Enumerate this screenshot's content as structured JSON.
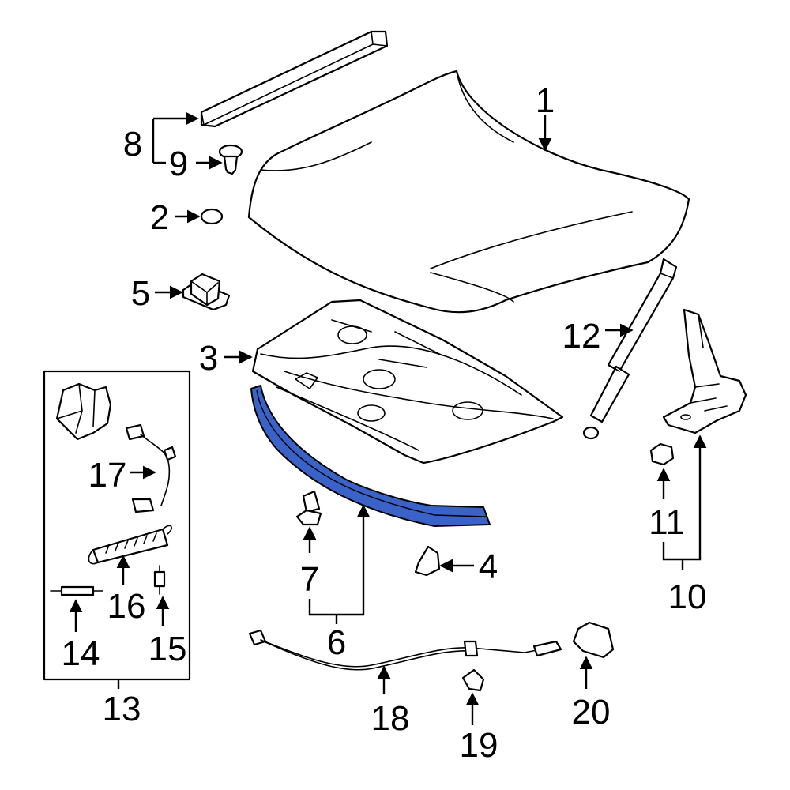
{
  "callouts": {
    "c1": "1",
    "c2": "2",
    "c3": "3",
    "c4": "4",
    "c5": "5",
    "c6": "6",
    "c7": "7",
    "c8": "8",
    "c9": "9",
    "c10": "10",
    "c11": "11",
    "c12": "12",
    "c13": "13",
    "c14": "14",
    "c15": "15",
    "c16": "16",
    "c17": "17",
    "c18": "18",
    "c19": "19",
    "c20": "20"
  },
  "highlight": {
    "part": "6",
    "color": "#3a63c9"
  }
}
